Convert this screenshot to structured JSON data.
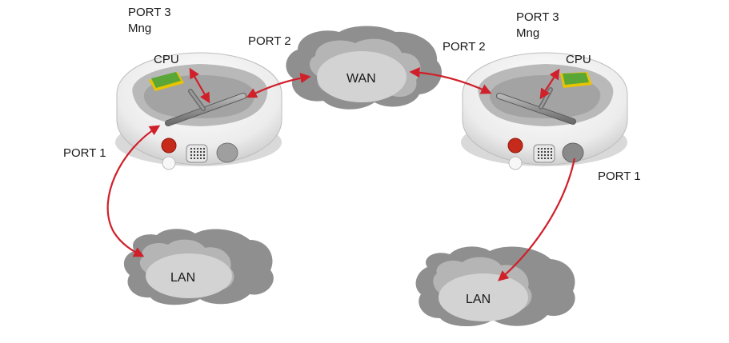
{
  "left_device": {
    "port3_label": "PORT 3",
    "mng_label": "Mng",
    "cpu_label": "CPU",
    "port2_label": "PORT 2",
    "port1_label": "PORT 1"
  },
  "right_device": {
    "port3_label": "PORT 3",
    "mng_label": "Mng",
    "cpu_label": "CPU",
    "port2_label": "PORT 2",
    "port1_label": "PORT 1"
  },
  "clouds": {
    "wan_label": "WAN",
    "left_lan_label": "LAN",
    "right_lan_label": "LAN"
  },
  "colors": {
    "link_arrow": "#d0202a",
    "cloud_dark": "#8f8f8f",
    "cloud_mid": "#a9a9a9",
    "cloud_light": "#cfcfcf",
    "device_body": "#e9e9e9",
    "cpu_chip": "#5aa637",
    "cpu_border": "#e8c400",
    "led_red": "#c62a1a"
  }
}
